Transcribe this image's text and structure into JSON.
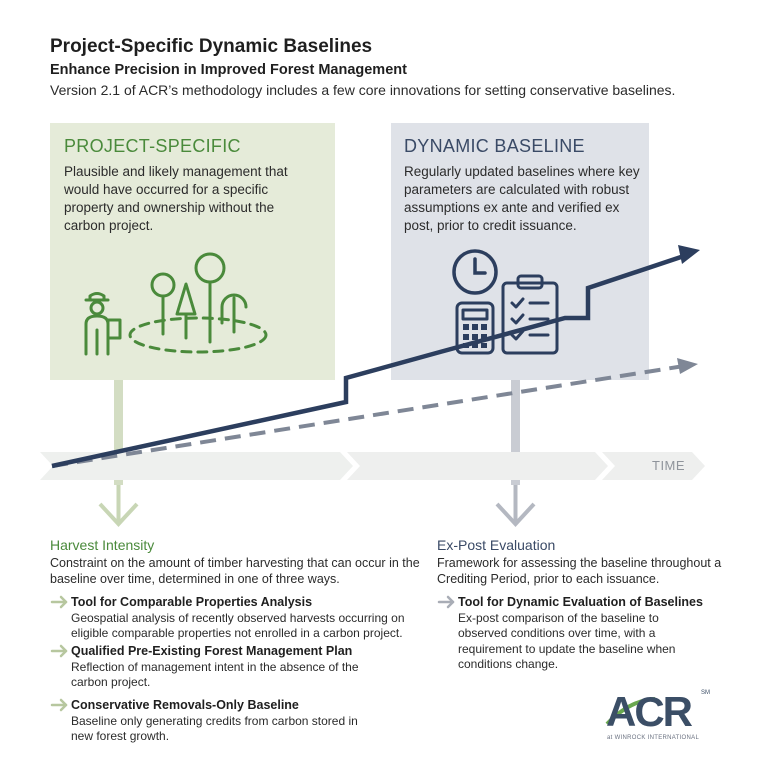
{
  "header": {
    "title": "Project-Specific Dynamic Baselines",
    "subtitle": "Enhance Precision in Improved Forest Management",
    "intro": "Version 2.1 of ACR’s methodology includes a few core innovations for setting conservative baselines."
  },
  "left_panel": {
    "heading": "PROJECT-SPECIFIC",
    "body": "Plausible and likely management that would have occurred for a specific property and ownership without the carbon project."
  },
  "right_panel": {
    "heading": "DYNAMIC BASELINE",
    "body": "Regularly updated baselines where key parameters are calculated with robust assumptions ex ante and verified ex post, prior to credit issuance."
  },
  "timeline": {
    "label": "TIME"
  },
  "harvest": {
    "title": "Harvest Intensity",
    "description": "Constraint on the amount of timber harvesting that can occur in the baseline over time, determined in one of three ways.",
    "items": [
      {
        "title": "Tool for Comparable Properties Analysis",
        "desc": "Geospatial analysis of recently observed harvests occurring on eligible comparable properties not enrolled in a carbon project."
      },
      {
        "title": "Qualified Pre-Existing Forest Management Plan",
        "desc": "Reflection of management intent in the absence of the carbon project."
      },
      {
        "title": "Conservative Removals-Only Baseline",
        "desc": "Baseline only generating credits from carbon stored in new forest growth."
      }
    ]
  },
  "expost": {
    "title": "Ex-Post Evaluation",
    "description": "Framework for assessing the baseline throughout a Crediting Period, prior to each issuance.",
    "items": [
      {
        "title": "Tool for Dynamic Evaluation of Baselines",
        "desc": "Ex-post comparison of the baseline to observed conditions over time, with a requirement to update the baseline when conditions change."
      }
    ]
  },
  "logo": {
    "text": "ACR",
    "tm": "SM",
    "sub": "at WINROCK INTERNATIONAL"
  },
  "icons": [
    "person-icon",
    "trees-icon",
    "clock-icon",
    "calculator-icon",
    "clipboard-icon",
    "arrow-right-icon",
    "arrow-down-icon"
  ],
  "colors": {
    "green": "#4a8a3b",
    "navy": "#2c3e5e",
    "slate": "#7f8796",
    "light_green": "#e5ebd9",
    "light_gray": "#dfe2e8"
  }
}
